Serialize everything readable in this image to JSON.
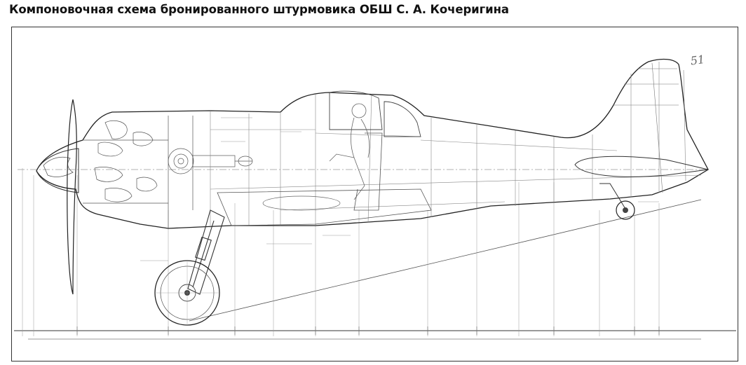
{
  "title": "Компоновочная схема бронированного штурмовика ОБШ С. А. Кочеригина",
  "sheet_number": "51",
  "icons": {
    "frame": "drawing-frame",
    "aircraft": "aircraft-side-view-schematic",
    "propeller": "propeller-blade",
    "main_wheel": "main-landing-wheel",
    "tail_wheel": "tail-wheel",
    "pilot": "pilot-figure"
  },
  "colors": {
    "ink": "#222222",
    "paper": "#ffffff"
  }
}
